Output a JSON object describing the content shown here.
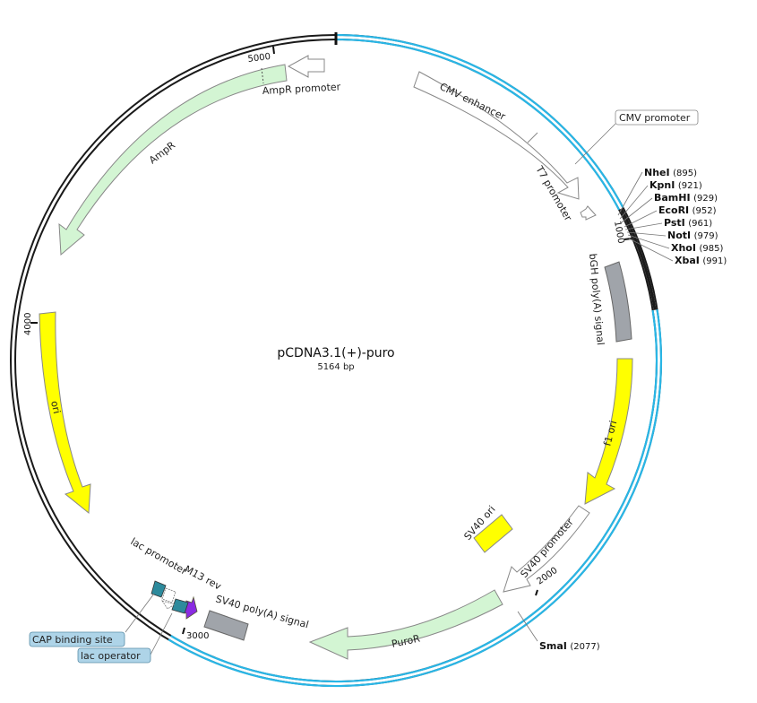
{
  "plasmid": {
    "name": "pCDNA3.1(+)-puro",
    "size_label": "5164 bp"
  },
  "ticks": [
    "1000",
    "2000",
    "3000",
    "4000",
    "5000"
  ],
  "features": {
    "cmv_enhancer": "CMV enhancer",
    "t7_promoter": "T7 promoter",
    "bgh_polya": "bGH poly(A) signal",
    "f1_ori": "f1 ori",
    "sv40_promoter": "SV40 promoter",
    "sv40_ori": "SV40 ori",
    "puror": "PuroR",
    "sv40_polya": "SV40 poly(A) signal",
    "m13_rev": "M13 rev",
    "lac_promoter": "lac promoter",
    "ori": "ori",
    "ampr": "AmpR",
    "ampr_promoter": "AmpR promoter"
  },
  "boxed_labels": {
    "cmv_promoter": "CMV promoter",
    "cap_binding_site": "CAP binding site",
    "lac_operator": "lac operator"
  },
  "sites": [
    {
      "name": "NheI",
      "pos": "(895)"
    },
    {
      "name": "KpnI",
      "pos": "(921)"
    },
    {
      "name": "BamHI",
      "pos": "(929)"
    },
    {
      "name": "EcoRI",
      "pos": "(952)"
    },
    {
      "name": "PstI",
      "pos": "(961)"
    },
    {
      "name": "NotI",
      "pos": "(979)"
    },
    {
      "name": "XhoI",
      "pos": "(985)"
    },
    {
      "name": "XbaI",
      "pos": "(991)"
    }
  ],
  "smai": {
    "name": "SmaI",
    "pos": "(2077)"
  },
  "colors": {
    "backbone": "#1a1a1a",
    "insert": "#29b6e6",
    "resistance": "#d3f5d3",
    "origin": "#ffff00",
    "polya": "#a0a4aa",
    "promoter_outline": "#888888",
    "lac_box": "#2d8a9c",
    "m13_primer": "#8a2be2",
    "label_box_fill": "#aed4e8"
  }
}
